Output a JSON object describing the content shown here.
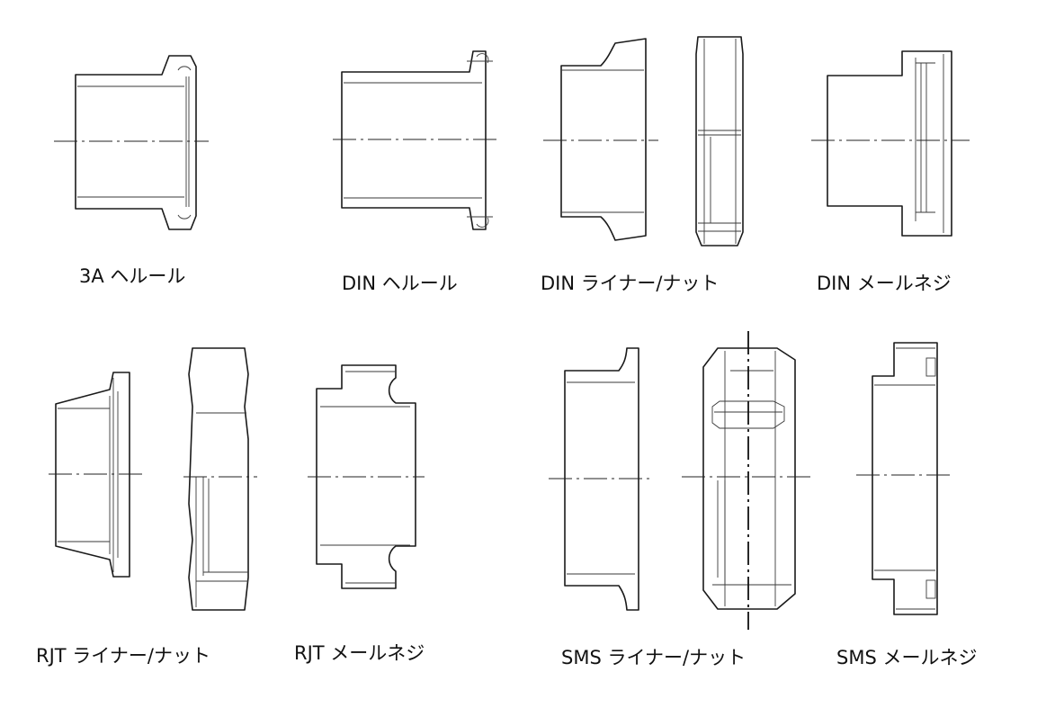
{
  "labels": {
    "ferrule_3a": "3A ヘルール",
    "ferrule_din": "DIN ヘルール",
    "liner_nut_din": "DIN ライナー/ナット",
    "male_thread_din": "DIN メールネジ",
    "liner_nut_rjt": "RJT ライナー/ナット",
    "male_thread_rjt": "RJT メールネジ",
    "liner_nut_sms": "SMS ライナー/ナット",
    "male_thread_sms": "SMS メールネジ"
  },
  "colors": {
    "line": "#1a1a1a",
    "thin_line": "#3a3a3a",
    "background": "#ffffff"
  }
}
